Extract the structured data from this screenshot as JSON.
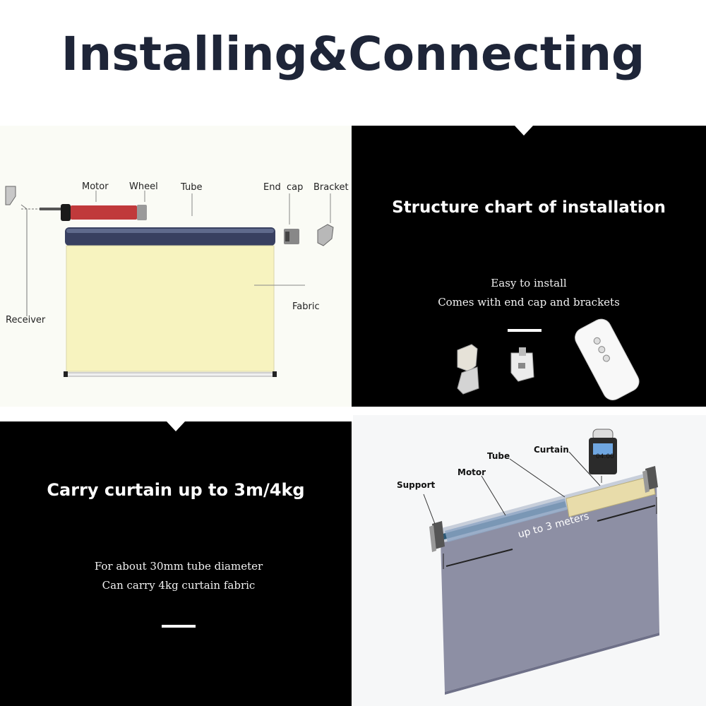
{
  "title": "Installing&Connecting",
  "diagram": {
    "labels": {
      "motor": "Motor",
      "wheel": "Wheel",
      "tube": "Tube",
      "end_cap": "End  cap",
      "bracket": "Bracket",
      "receiver": "Receiver",
      "fabric": "Fabric"
    }
  },
  "structure": {
    "heading": "Structure chart of installation",
    "line1": "Easy to install",
    "line2": "Comes with end cap and brackets"
  },
  "carry": {
    "heading": "Carry curtain up to 3m/4kg",
    "line1": "For about 30mm tube diameter",
    "line2": "Can carry 4kg curtain fabric"
  },
  "load": {
    "labels": {
      "support": "Support",
      "motor": "Motor",
      "tube": "Tube",
      "curtain": "Curtain",
      "span": "up to 3 meters",
      "scale_reading": "04.00"
    }
  },
  "colors": {
    "title": "#1e2538",
    "motor_body": "#c0393b",
    "fabric": "#f7f3bf",
    "tube": "#384060",
    "curtain_gray": "#8d8fa4"
  }
}
